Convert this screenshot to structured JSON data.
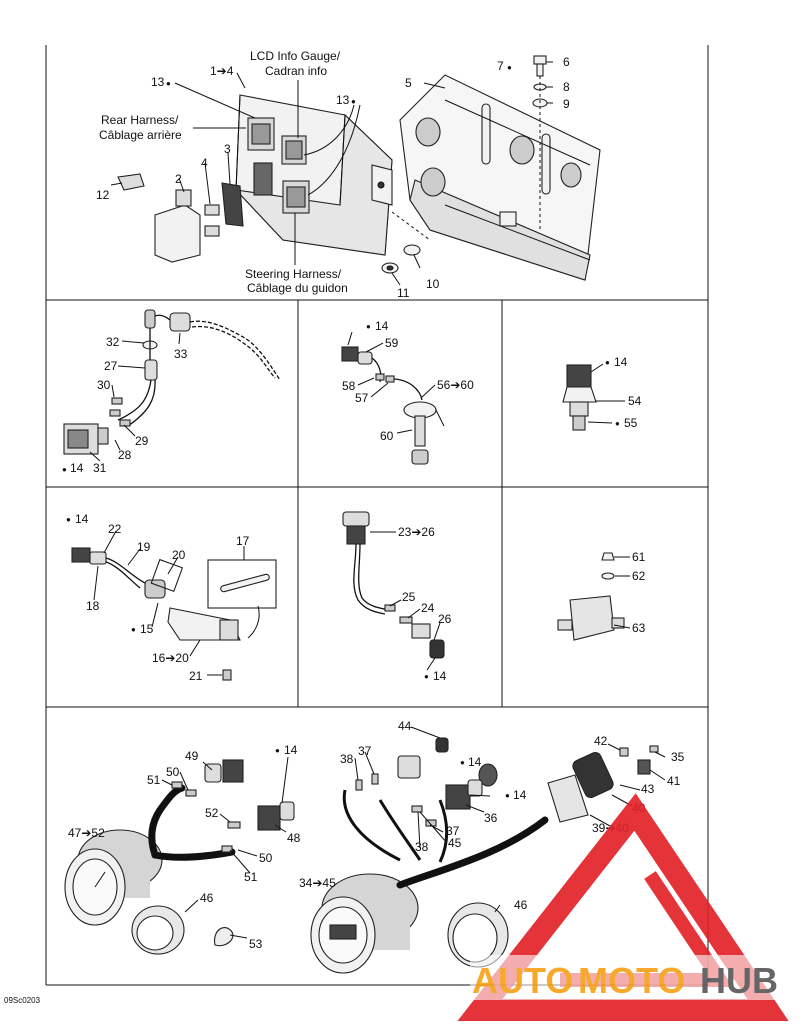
{
  "frame": {
    "code": "09Sc0203"
  },
  "top_panel": {
    "title_lcd": [
      "LCD Info Gauge/",
      "Cadran info"
    ],
    "rear_harness": [
      "Rear Harness/",
      "Câblage arrière"
    ],
    "steering_harness": [
      "Steering Harness/",
      "Câblage du guidon"
    ],
    "callouts": {
      "c1_4": "1➔4",
      "c13a": "13",
      "c13b": "13",
      "c5": "5",
      "c6": "6",
      "c7": "7",
      "c8": "8",
      "c9": "9",
      "c2": "2",
      "c3": "3",
      "c4": "4",
      "c12": "12",
      "c10": "10",
      "c11": "11"
    }
  },
  "panel_a": {
    "c32": "32",
    "c33": "33",
    "c27": "27",
    "c30": "30",
    "c29": "29",
    "c28": "28",
    "c31": "31",
    "c14": "14"
  },
  "panel_b": {
    "c14": "14",
    "c59": "59",
    "c58": "58",
    "c57": "57",
    "c56_60": "56➔60",
    "c60": "60"
  },
  "panel_c": {
    "c14": "14",
    "c54": "54",
    "c55": "55"
  },
  "panel_d": {
    "c14": "14",
    "c22": "22",
    "c19": "19",
    "c20": "20",
    "c17": "17",
    "c18": "18",
    "c15": "15",
    "c16_20": "16➔20",
    "c21": "21"
  },
  "panel_e": {
    "c23_26": "23➔26",
    "c25": "25",
    "c24": "24",
    "c26": "26",
    "c14": "14"
  },
  "panel_f": {
    "c61": "61",
    "c62": "62",
    "c63": "63"
  },
  "bottom_panel": {
    "c49": "49",
    "c14a": "14",
    "c51a": "51",
    "c50a": "50",
    "c52": "52",
    "c48": "48",
    "c50b": "50",
    "c51b": "51",
    "c47_52": "47➔52",
    "c46a": "46",
    "c53": "53",
    "c44": "44",
    "c38a": "38",
    "c37a": "37",
    "c14b": "14",
    "c14c": "14",
    "c36": "36",
    "c37b": "37",
    "c45": "45",
    "c38b": "38",
    "c34_45": "34➔45",
    "c46b": "46",
    "c42": "42",
    "c35": "35",
    "c41": "41",
    "c43": "43",
    "c40": "40",
    "c39_40": "39➔40"
  },
  "watermark": {
    "text_auto": "AUTO",
    "text_moto": "MOTO",
    "text_hub": "HUB"
  },
  "colors": {
    "watermark_red": "#e2232a",
    "watermark_orange": "#f7a21b",
    "watermark_gray": "#5a5a5a",
    "line": "#111111"
  }
}
